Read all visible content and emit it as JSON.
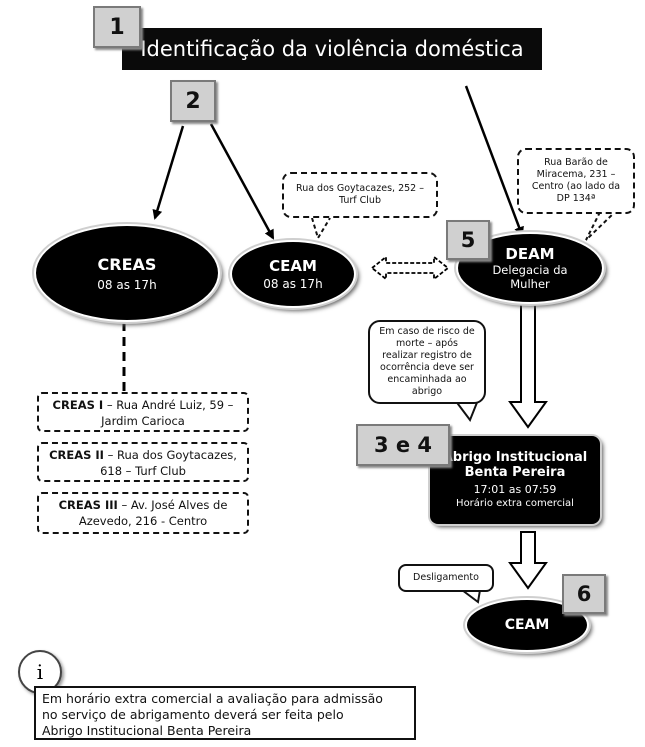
{
  "steps": {
    "s1": "1",
    "s2": "2",
    "s5": "5",
    "s34": "3 e 4",
    "s6": "6"
  },
  "title": "Identificação da violência doméstica",
  "creas": {
    "name": "CREAS",
    "hours": "08 as 17h"
  },
  "ceam": {
    "name": "CEAM",
    "hours": "08 as 17h"
  },
  "deam": {
    "name": "DEAM",
    "line1": "Delegacia da",
    "line2": "Mulher"
  },
  "ceam_address": {
    "line1": "Rua dos Goytacazes, 252 –",
    "line2": "Turf Club"
  },
  "deam_address": {
    "line1": "Rua Barão de",
    "line2": "Miracema, 231 –",
    "line3": "Centro (ao lado da",
    "line4": "DP 134ª"
  },
  "creas_units": [
    {
      "name": "CREAS I",
      "address_1": " – Rua André Luiz, 59 –",
      "address_2": "Jardim Carioca"
    },
    {
      "name": "CREAS II",
      "address_1": " – Rua dos Goytacazes,",
      "address_2": "618 – Turf Club"
    },
    {
      "name": "CREAS III",
      "address_1": " – Av. José Alves de",
      "address_2": "Azevedo, 216 - Centro"
    }
  ],
  "risk_note": {
    "l1": "Em caso de risco de",
    "l2": "morte – após",
    "l3": "realizar registro de",
    "l4": "ocorrência deve ser",
    "l5": "encaminhada ao",
    "l6": "abrigo"
  },
  "abrigo": {
    "line1": "Abrigo Institucional",
    "line2": "Benta Pereira",
    "hours": "17:01 as 07:59",
    "note": "Horário extra comercial"
  },
  "desligamento": "Desligamento",
  "ceam_final": "CEAM",
  "info": {
    "icon": "i",
    "l1": "Em horário extra comercial a avaliação para admissão",
    "l2": "no serviço de abrigamento deverá ser feita pelo",
    "l3": "Abrigo Institucional Benta Pereira"
  }
}
